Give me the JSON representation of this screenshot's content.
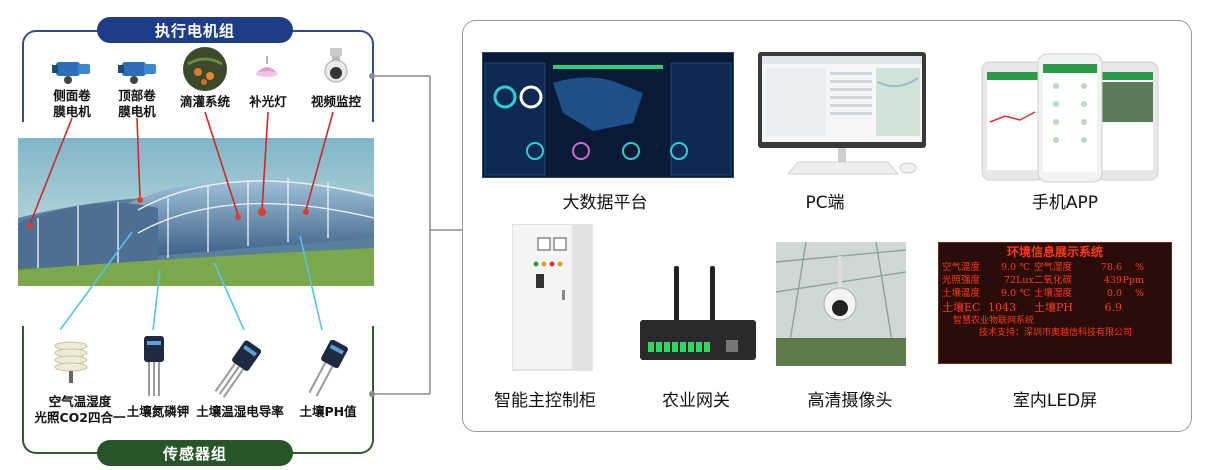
{
  "actuator_group": {
    "title": "执行电机组",
    "items": [
      {
        "label_line1": "侧面卷",
        "label_line2": "膜电机",
        "icon": "motor-icon"
      },
      {
        "label_line1": "顶部卷",
        "label_line2": "膜电机",
        "icon": "motor-icon"
      },
      {
        "label_line1": "滴灌系统",
        "label_line2": "",
        "icon": "drip-irrigation-icon"
      },
      {
        "label_line1": "补光灯",
        "label_line2": "",
        "icon": "grow-light-icon"
      },
      {
        "label_line1": "视频监控",
        "label_line2": "",
        "icon": "camera-icon"
      }
    ]
  },
  "sensor_group": {
    "title": "传感器组",
    "items": [
      {
        "label_line1": "空气温湿度",
        "label_line2": "光照CO2四合一",
        "icon": "weather-sensor-icon"
      },
      {
        "label_line1": "土壤氮磷钾",
        "label_line2": "",
        "icon": "probe-sensor-icon"
      },
      {
        "label_line1": "土壤温湿电导率",
        "label_line2": "",
        "icon": "probe-sensor-icon"
      },
      {
        "label_line1": "土壤PH值",
        "label_line2": "",
        "icon": "probe-sensor-icon"
      }
    ]
  },
  "platform_items": [
    {
      "caption": "大数据平台",
      "icon": "dashboard-screen-icon"
    },
    {
      "caption": "PC端",
      "icon": "desktop-pc-icon"
    },
    {
      "caption": "手机APP",
      "icon": "mobile-phone-icon"
    },
    {
      "caption": "智能主控制柜",
      "icon": "control-cabinet-icon"
    },
    {
      "caption": "农业网关",
      "icon": "gateway-router-icon"
    },
    {
      "caption": "高清摄像头",
      "icon": "hd-camera-icon"
    },
    {
      "caption": "室内LED屏",
      "icon": "led-screen-icon"
    }
  ],
  "led_screen": {
    "title": "环境信息展示系统",
    "rows": [
      [
        "空气温度",
        "9.0",
        "℃",
        "空气湿度",
        "78.6",
        "%"
      ],
      [
        "光照强度",
        "72",
        "Lux",
        "二氧化碳",
        "439",
        "Ppm"
      ],
      [
        "土壤温度",
        "9.0",
        "℃",
        "土壤湿度",
        "0.0",
        "%"
      ],
      [
        "土壤EC",
        "1043",
        "",
        "土壤PH",
        "6.9",
        ""
      ]
    ],
    "footer1": "智慧农业物联网系统",
    "footer2": "技术支持：深圳市奥越信科技有限公司"
  },
  "colors": {
    "actuator": "#1f3d86",
    "sensor": "#27552a",
    "connector": "#cc2a2a",
    "sensor_line": "#58c3e8",
    "led_text": "#ff3a1a"
  }
}
